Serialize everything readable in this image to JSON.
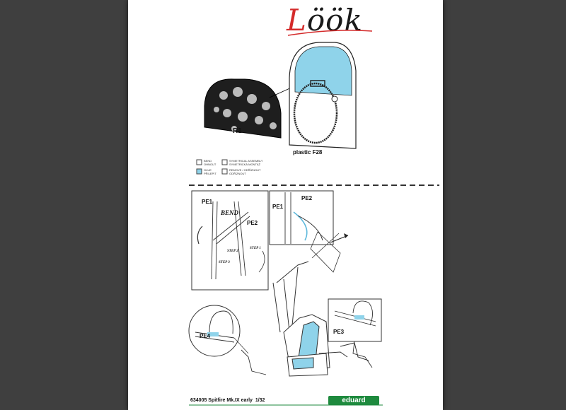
{
  "logo": {
    "first": "L",
    "rest": "öök"
  },
  "parts": {
    "r1": "R1",
    "plastic": "plastic F28",
    "pe1": "PE1",
    "pe2": "PE2",
    "pe3": "PE3",
    "pe4": "PE4",
    "bend": "BEND",
    "step1": "STEP 1",
    "step2": "STEP 2"
  },
  "legend": [
    {
      "title": "BEND",
      "sub": "OHNOUT"
    },
    {
      "title": "GLUE",
      "sub": "PŘILEPIT"
    },
    {
      "title": "SYMETRICAL ASSEMBLY",
      "sub": "SYMETRICKÁ MONTÁŽ"
    },
    {
      "title": "REMOVE / ODŘÍZNOUT",
      "sub": "ODŘÍZNOUT"
    }
  ],
  "footer": {
    "title": "634005 Spitfire Mk.IX early",
    "scale": "1/32",
    "brand": "eduard"
  },
  "colors": {
    "accent": "#8fd3ea",
    "brand": "#1e8a3e",
    "logo_red": "#d42a2a"
  }
}
